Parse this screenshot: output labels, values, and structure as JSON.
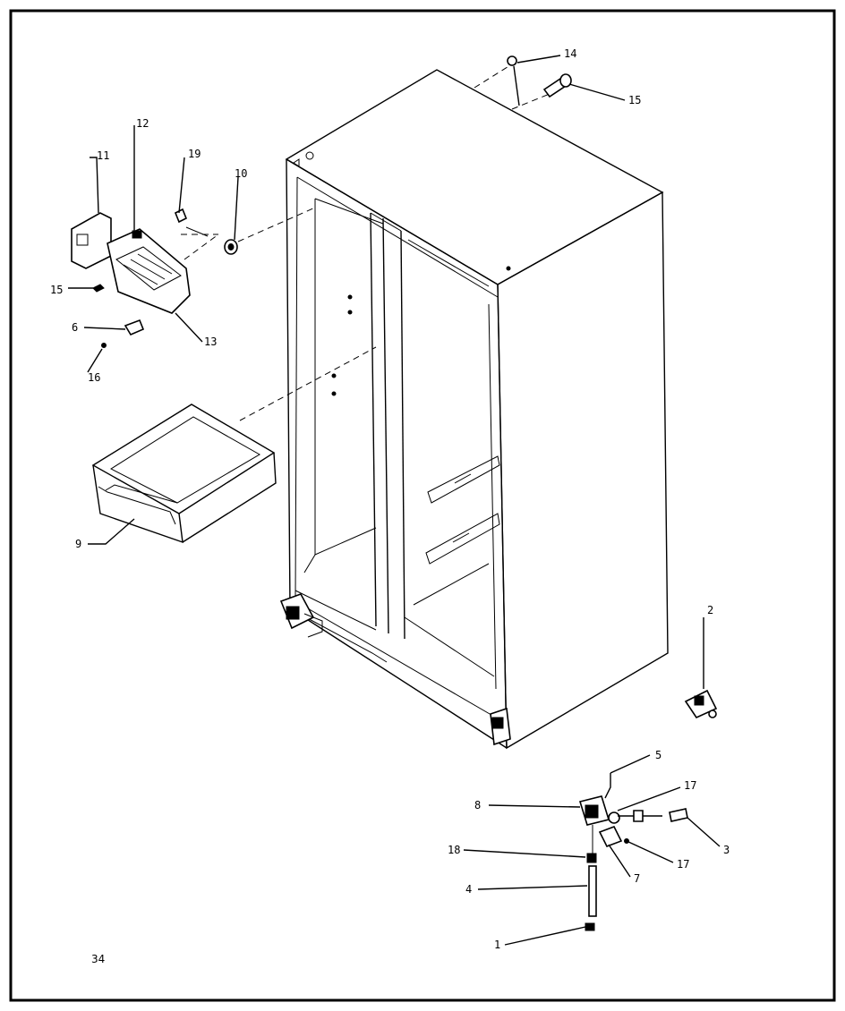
{
  "page_number": "34",
  "callouts": [
    {
      "id": "c1",
      "label": "1"
    },
    {
      "id": "c2",
      "label": "2"
    },
    {
      "id": "c3",
      "label": "3"
    },
    {
      "id": "c4",
      "label": "4"
    },
    {
      "id": "c5",
      "label": "5"
    },
    {
      "id": "c6",
      "label": "6"
    },
    {
      "id": "c7",
      "label": "7"
    },
    {
      "id": "c8",
      "label": "8"
    },
    {
      "id": "c9",
      "label": "9"
    },
    {
      "id": "c10",
      "label": "10"
    },
    {
      "id": "c11",
      "label": "11"
    },
    {
      "id": "c12",
      "label": "12"
    },
    {
      "id": "c13",
      "label": "13"
    },
    {
      "id": "c14",
      "label": "14"
    },
    {
      "id": "c15a",
      "label": "15"
    },
    {
      "id": "c15b",
      "label": "15"
    },
    {
      "id": "c16",
      "label": "16"
    },
    {
      "id": "c17a",
      "label": "17"
    },
    {
      "id": "c17b",
      "label": "17"
    },
    {
      "id": "c18",
      "label": "18"
    },
    {
      "id": "c19",
      "label": "19"
    }
  ]
}
